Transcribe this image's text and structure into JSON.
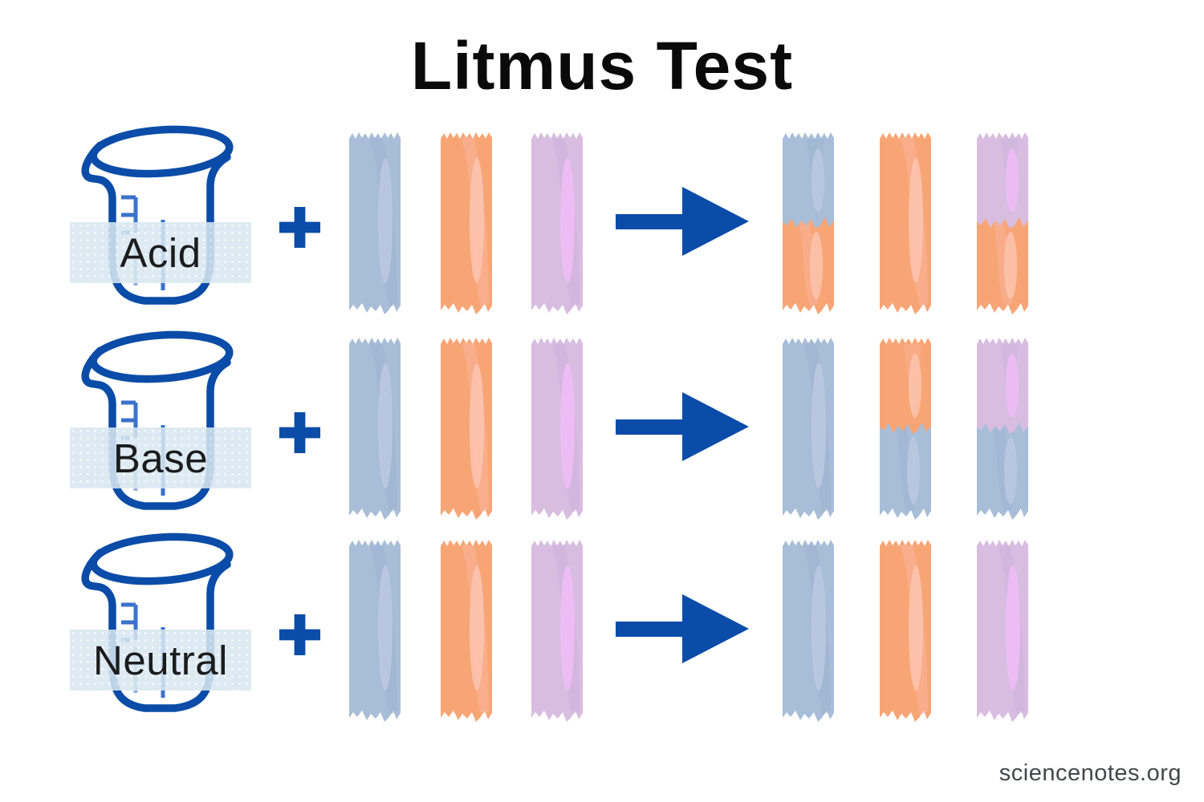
{
  "title": "Litmus Test",
  "watermark": "sciencenotes.org",
  "rows": [
    {
      "label": "Acid",
      "inputs": [
        "blue",
        "red",
        "neutral"
      ],
      "results": [
        {
          "top": "blue",
          "bottom": "red"
        },
        {
          "top": "red",
          "bottom": "red"
        },
        {
          "top": "neutral",
          "bottom": "red"
        }
      ]
    },
    {
      "label": "Base",
      "inputs": [
        "blue",
        "red",
        "neutral"
      ],
      "results": [
        {
          "top": "blue",
          "bottom": "blue"
        },
        {
          "top": "red",
          "bottom": "blue"
        },
        {
          "top": "neutral",
          "bottom": "blue"
        }
      ]
    },
    {
      "label": "Neutral",
      "inputs": [
        "blue",
        "red",
        "neutral"
      ],
      "results": [
        {
          "top": "blue",
          "bottom": "blue"
        },
        {
          "top": "red",
          "bottom": "red"
        },
        {
          "top": "neutral",
          "bottom": "neutral"
        }
      ]
    }
  ],
  "colors": {
    "diagram_blue": "#0b4ca8",
    "graduation_blue": "#3a72cd",
    "text_dark": "#0a0a0a",
    "label_band": "#d8e7f1",
    "watermark_gray": "#43474b",
    "palettes": {
      "blue": {
        "base": "#a8bdd8",
        "overlay": "#9cb3d0",
        "glow": "#bac9e0"
      },
      "red": {
        "base": "#f8a576",
        "overlay": "#fab49b",
        "glow": "#fcc3ae"
      },
      "neutral": {
        "base": "#d8bde1",
        "overlay": "#cfb1da",
        "glow": "#efbcf7"
      }
    }
  }
}
